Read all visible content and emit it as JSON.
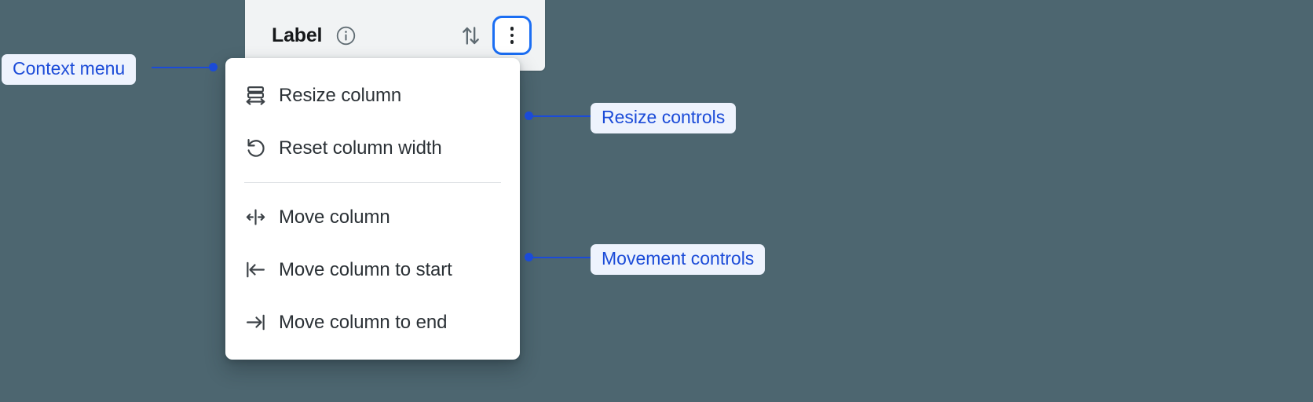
{
  "background_color": "#4d6670",
  "accent_color": "#1b4bd8",
  "focus_ring_color": "#1b6ef3",
  "column_header": {
    "title": "Label",
    "info_icon": "info-circle-icon",
    "sort_icon": "sort-arrows-icon",
    "kebab_icon": "more-vertical-icon"
  },
  "context_menu": {
    "groups": [
      {
        "name": "resize-controls",
        "items": [
          {
            "icon": "resize-column-icon",
            "label": "Resize column"
          },
          {
            "icon": "reset-width-icon",
            "label": "Reset column width"
          }
        ]
      },
      {
        "name": "movement-controls",
        "items": [
          {
            "icon": "move-column-icon",
            "label": "Move column"
          },
          {
            "icon": "move-to-start-icon",
            "label": "Move column to start"
          },
          {
            "icon": "move-to-end-icon",
            "label": "Move column to end"
          }
        ]
      }
    ]
  },
  "annotations": [
    {
      "id": "context-menu",
      "label": "Context menu"
    },
    {
      "id": "resize-controls",
      "label": "Resize controls"
    },
    {
      "id": "movement-controls",
      "label": "Movement controls"
    }
  ]
}
